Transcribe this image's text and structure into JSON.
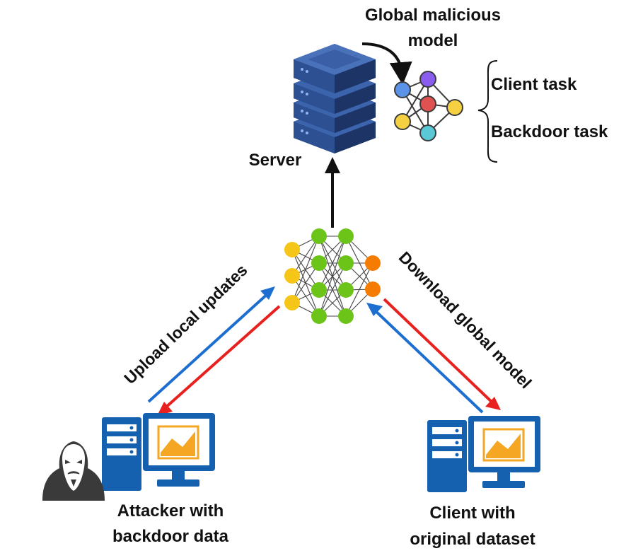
{
  "labels": {
    "global_model_line1": "Global malicious",
    "global_model_line2": "model",
    "client_task": "Client task",
    "backdoor_task": "Backdoor task",
    "server": "Server",
    "upload": "Upload local updates",
    "download": "Download global model",
    "attacker_line1": "Attacker with",
    "attacker_line2": "backdoor data",
    "client_line1": "Client with",
    "client_line2": "original dataset"
  },
  "colors": {
    "server_dark": "#1f3a70",
    "server_mid": "#2c5092",
    "server_light": "#3c64ad",
    "computer_blue": "#1660b0",
    "chart_orange": "#f5a623",
    "upload_blue": "#1c6fd1",
    "download_red": "#e8211f",
    "nn_input": "#f5c518",
    "nn_hidden": "#6cc418",
    "nn_output": "#f57c00",
    "node_blue": "#5b93e8",
    "node_purple": "#8a5cf0",
    "node_red": "#e05252",
    "node_yellow": "#f5d142",
    "node_cyan": "#5bc8d8",
    "hacker_gray": "#3a3a3a"
  },
  "icons": [
    "server-icon",
    "small-network-icon",
    "neural-network-icon",
    "computer-icon",
    "hacker-icon",
    "brace-icon"
  ]
}
